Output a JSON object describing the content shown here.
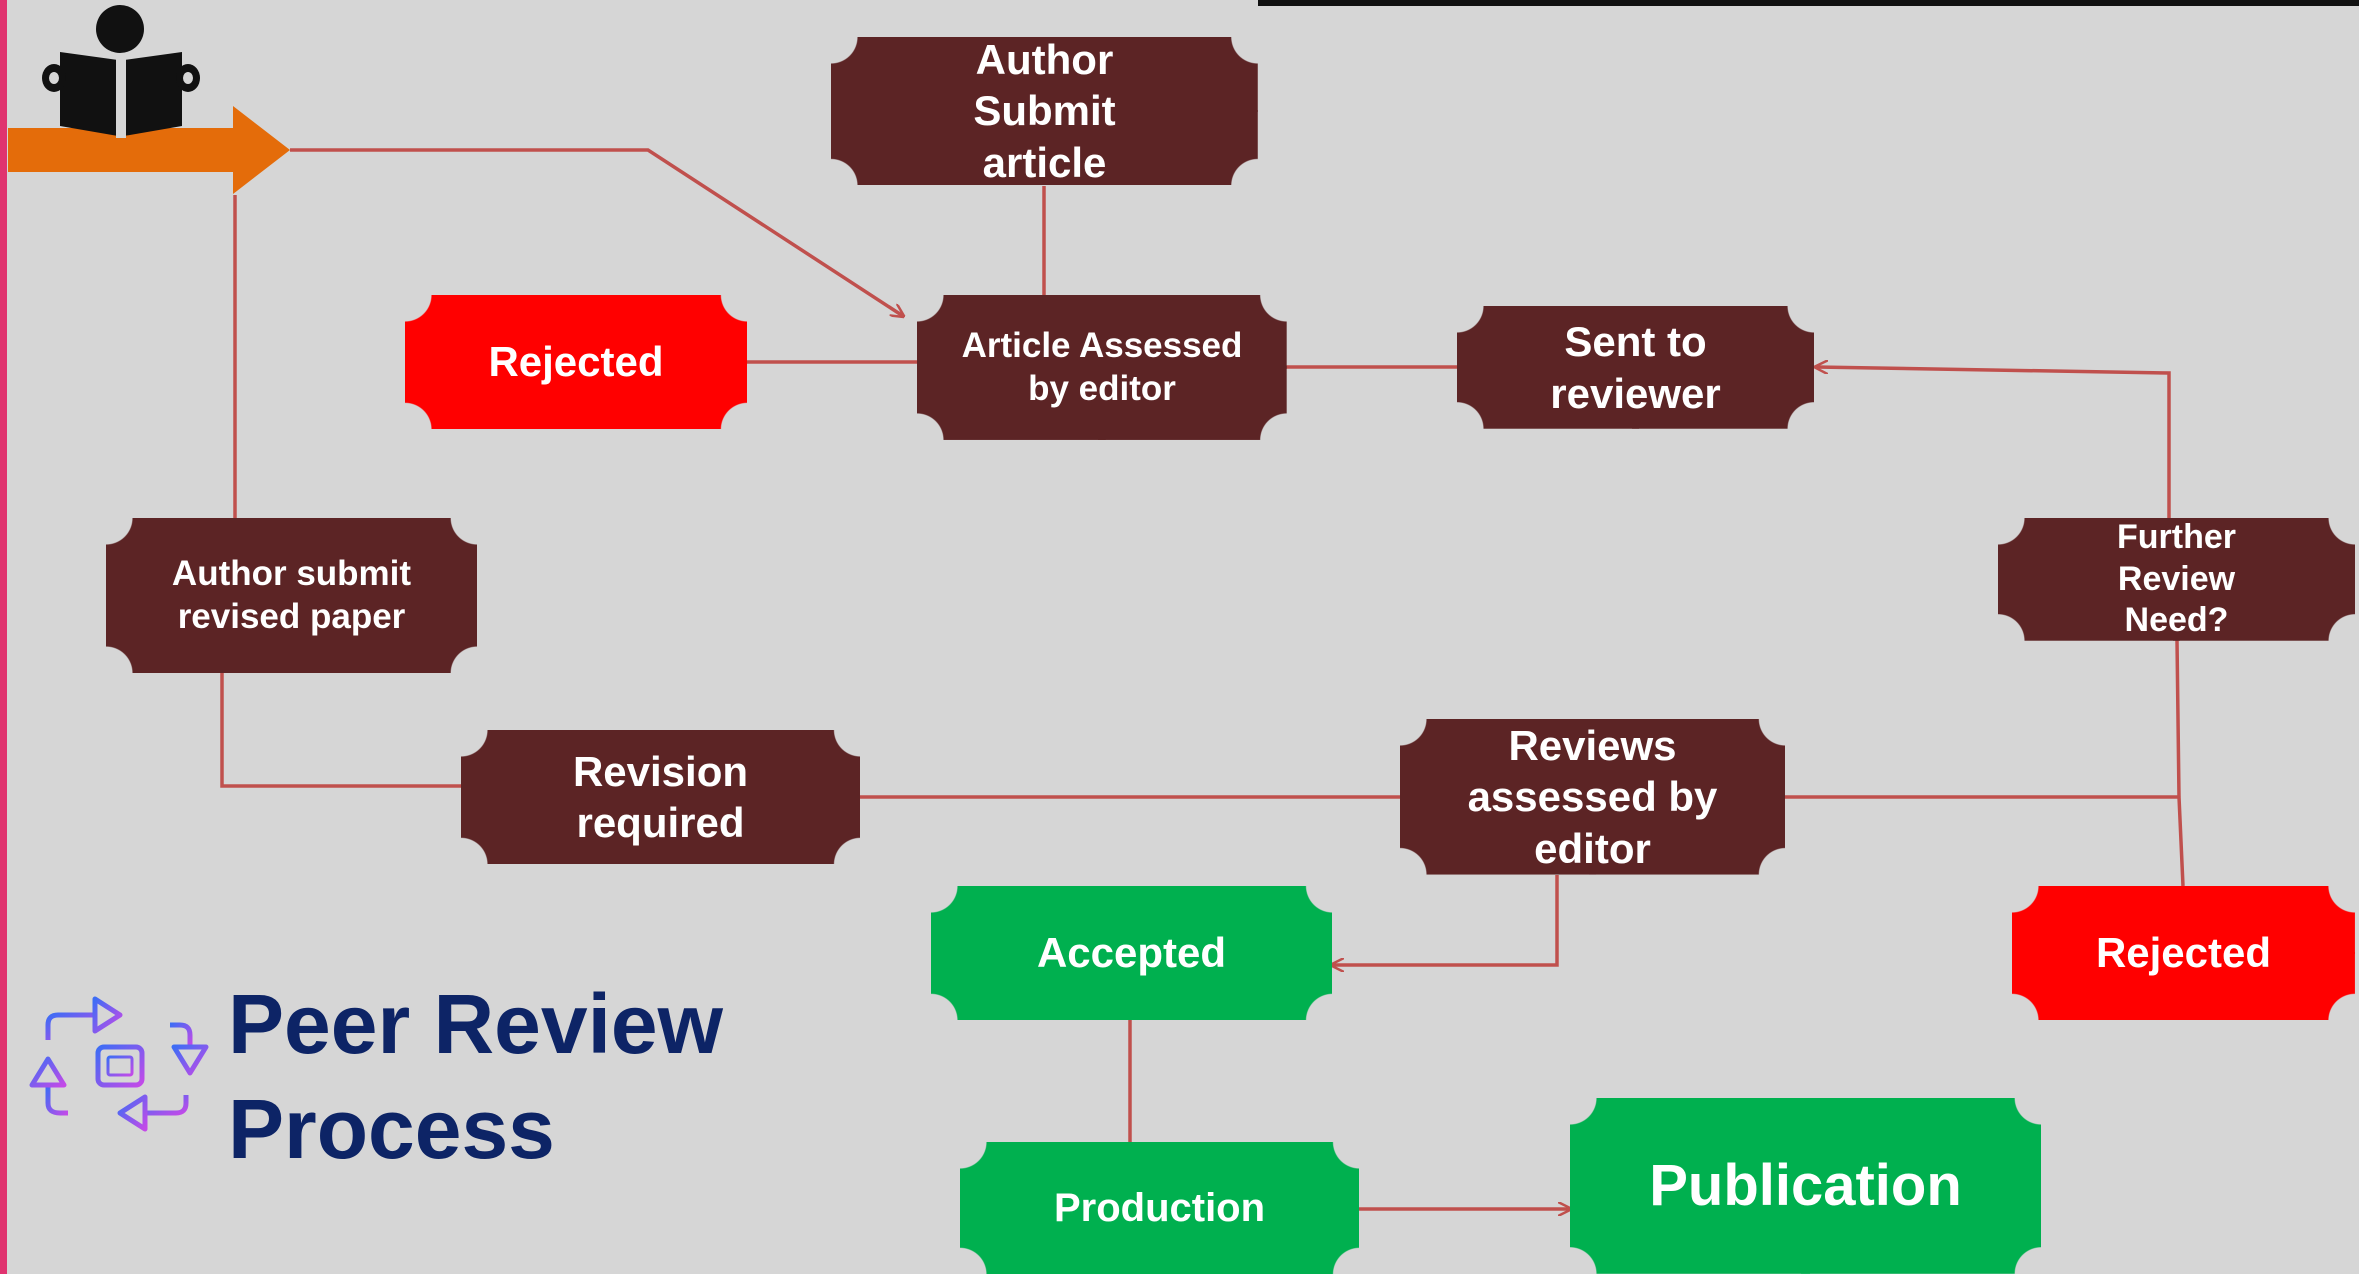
{
  "title": {
    "line1": "Peer Review",
    "line2": "Process"
  },
  "icons": {
    "reader": "person-reading-icon",
    "cycle": "process-cycle-icon",
    "start_arrow": "start-arrow-icon"
  },
  "colors": {
    "background": "#d6d6d6",
    "process_box": "#5c2425",
    "rejected_box": "#ff0000",
    "accepted_box": "#00b04f",
    "connector": "#c0504d",
    "start_arrow": "#e46c0a",
    "title_text": "#0d2466",
    "left_stripe": "#e0336f"
  },
  "nodes": {
    "author_submit": "Author Submit article",
    "article_assessed": "Article Assessed by editor",
    "rejected_editor": "Rejected",
    "sent_to_reviewer": "Sent to reviewer",
    "author_revised": "Author submit revised paper",
    "further_review": "Further Review Need?",
    "revision_required": "Revision required",
    "reviews_assessed": "Reviews assessed by editor",
    "accepted": "Accepted",
    "rejected_review": "Rejected",
    "production": "Production",
    "publication": "Publication"
  }
}
